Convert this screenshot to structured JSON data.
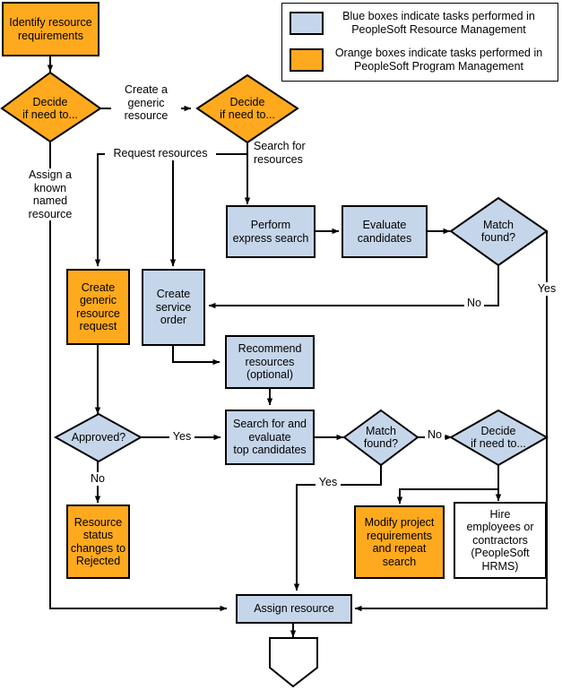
{
  "chart_data": {
    "type": "diagram",
    "title": "PeopleSoft resource assignment flowchart",
    "legend_position": "top-right",
    "colors": {
      "blue": "#C6D6EA",
      "orange": "#FFA91E",
      "white": "#FFFFFF",
      "stroke": "#000000"
    },
    "nodes": [
      {
        "id": "identify",
        "label": "Identify resource\nrequirements",
        "shape": "process",
        "fill": "orange"
      },
      {
        "id": "decide1",
        "label": "Decide\nif need to...",
        "shape": "decision",
        "fill": "orange"
      },
      {
        "id": "decide2",
        "label": "Decide\nif need to...",
        "shape": "decision",
        "fill": "orange"
      },
      {
        "id": "express-search",
        "label": "Perform\nexpress search",
        "shape": "process",
        "fill": "blue"
      },
      {
        "id": "evaluate",
        "label": "Evaluate\ncandidates",
        "shape": "process",
        "fill": "blue"
      },
      {
        "id": "match1",
        "label": "Match\nfound?",
        "shape": "decision",
        "fill": "blue"
      },
      {
        "id": "generic-request",
        "label": "Create\ngeneric\nresource\nrequest",
        "shape": "process",
        "fill": "orange"
      },
      {
        "id": "service-order",
        "label": "Create\nservice\norder",
        "shape": "process",
        "fill": "blue"
      },
      {
        "id": "recommend",
        "label": "Recommend\nresources\n(optional)",
        "shape": "process",
        "fill": "blue"
      },
      {
        "id": "approved",
        "label": "Approved?",
        "shape": "decision",
        "fill": "blue"
      },
      {
        "id": "search-eval",
        "label": "Search for and\nevaluate\ntop candidates",
        "shape": "process",
        "fill": "blue"
      },
      {
        "id": "match2",
        "label": "Match\nfound?",
        "shape": "decision",
        "fill": "blue"
      },
      {
        "id": "decide3",
        "label": "Decide\nif need to...",
        "shape": "decision",
        "fill": "blue"
      },
      {
        "id": "rejected",
        "label": "Resource\nstatus\nchanges to\nRejected",
        "shape": "process",
        "fill": "orange"
      },
      {
        "id": "modify",
        "label": "Modify project\nrequirements\nand repeat\nsearch",
        "shape": "process",
        "fill": "orange"
      },
      {
        "id": "hire",
        "label": "Hire\nemployees or\ncontractors\n(PeopleSoft\nHRMS)",
        "shape": "process",
        "fill": "white"
      },
      {
        "id": "assign",
        "label": "Assign resource",
        "shape": "process",
        "fill": "blue"
      },
      {
        "id": "terminator",
        "label": "",
        "shape": "terminator",
        "fill": "white"
      }
    ],
    "edges": [
      {
        "from": "identify",
        "to": "decide1",
        "label": ""
      },
      {
        "from": "decide1",
        "to": "decide2",
        "label": "Create a\ngeneric\nresource"
      },
      {
        "from": "decide1",
        "to": "assign",
        "label": "Assign a\nknown\nnamed\nresource"
      },
      {
        "from": "decide2",
        "to": "express-search",
        "label": "Search for\nresources"
      },
      {
        "from": "decide2",
        "to": "generic-request",
        "label": "Request resources"
      },
      {
        "from": "decide2",
        "to": "service-order",
        "label": "Request resources"
      },
      {
        "from": "express-search",
        "to": "evaluate",
        "label": ""
      },
      {
        "from": "evaluate",
        "to": "match1",
        "label": ""
      },
      {
        "from": "match1",
        "to": "service-order",
        "label": "No"
      },
      {
        "from": "match1",
        "to": "assign",
        "label": "Yes"
      },
      {
        "from": "generic-request",
        "to": "approved",
        "label": ""
      },
      {
        "from": "service-order",
        "to": "recommend",
        "label": ""
      },
      {
        "from": "recommend",
        "to": "search-eval",
        "label": ""
      },
      {
        "from": "approved",
        "to": "search-eval",
        "label": "Yes"
      },
      {
        "from": "approved",
        "to": "rejected",
        "label": "No"
      },
      {
        "from": "search-eval",
        "to": "match2",
        "label": ""
      },
      {
        "from": "match2",
        "to": "decide3",
        "label": "No"
      },
      {
        "from": "match2",
        "to": "assign",
        "label": "Yes"
      },
      {
        "from": "decide3",
        "to": "modify",
        "label": ""
      },
      {
        "from": "decide3",
        "to": "hire",
        "label": ""
      },
      {
        "from": "hire",
        "to": "assign",
        "label": ""
      },
      {
        "from": "assign",
        "to": "terminator",
        "label": ""
      }
    ]
  },
  "legend": {
    "items": [
      {
        "swatch": "blue",
        "text": "Blue boxes indicate tasks performed in\nPeopleSoft Resource Management"
      },
      {
        "swatch": "orange",
        "text": "Orange boxes indicate tasks performed in\nPeopleSoft Program Management"
      }
    ]
  },
  "nodes": {
    "identify": "Identify resource\nrequirements",
    "decide1": "Decide\nif need to...",
    "decide2": "Decide\nif need to...",
    "express_search": "Perform\nexpress search",
    "evaluate": "Evaluate\ncandidates",
    "match1": "Match\nfound?",
    "generic_request": "Create\ngeneric\nresource\nrequest",
    "service_order": "Create\nservice\norder",
    "recommend": "Recommend\nresources\n(optional)",
    "approved": "Approved?",
    "search_eval": "Search for and\nevaluate\ntop candidates",
    "match2": "Match\nfound?",
    "decide3": "Decide\nif need to...",
    "rejected": "Resource\nstatus\nchanges to\nRejected",
    "modify": "Modify project\nrequirements\nand repeat\nsearch",
    "hire": "Hire\nemployees or\ncontractors\n(PeopleSoft\nHRMS)",
    "assign": "Assign resource"
  },
  "edge_labels": {
    "create_generic": "Create a\ngeneric\nresource",
    "assign_known": "Assign a\nknown\nnamed\nresource",
    "request_resources": "Request resources",
    "search_for": "Search for\nresources",
    "no1": "No",
    "yes1": "Yes",
    "yes_approved": "Yes",
    "no_approved": "No",
    "no_match2": "No",
    "yes_match2": "Yes"
  }
}
